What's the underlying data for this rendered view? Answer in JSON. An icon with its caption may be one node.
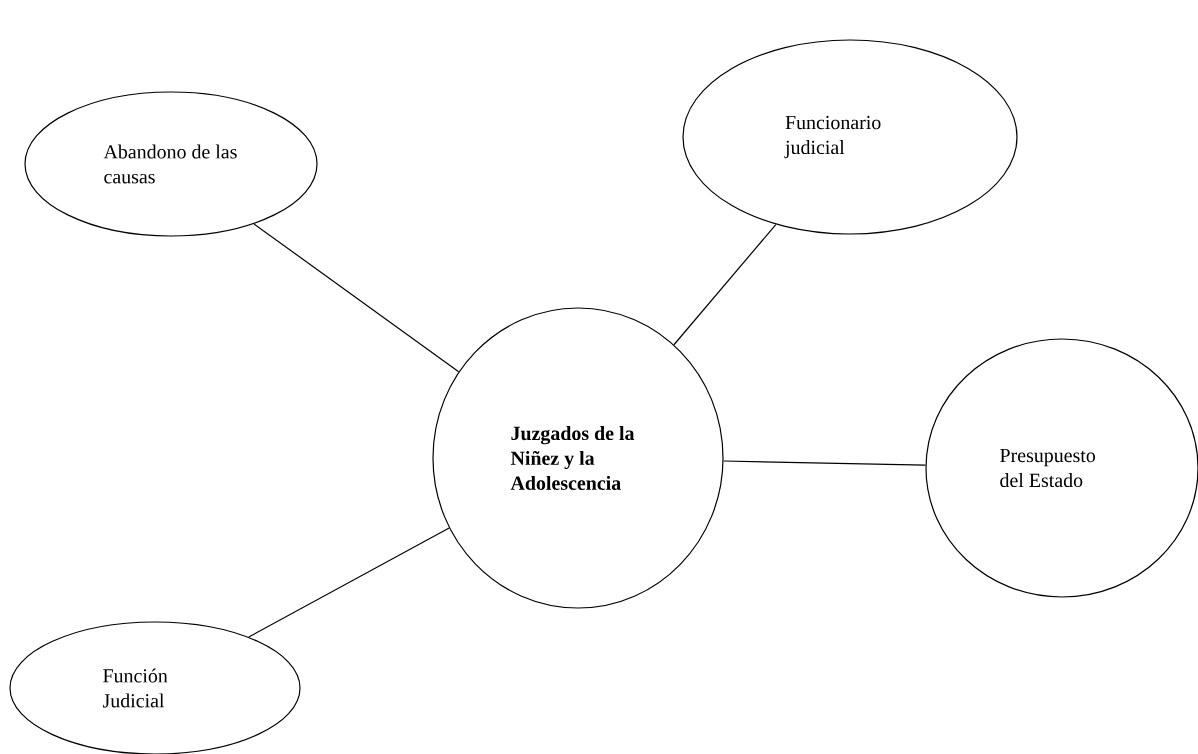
{
  "diagram": {
    "nodes": [
      {
        "text": [
          "**Juzgados de la Niñez y la Adolescencia**"
        ]
      },
      {
        "text": [
          "Abandono de las causas"
        ]
      },
      {
        "text": [
          "Funcionario judicial"
        ]
      },
      {
        "text": [
          "Presupuesto del Estado"
        ]
      },
      {
        "text": [
          "Función Judicial"
        ]
      }
    ],
    "edges": [
      {
        "from": 1,
        "to": 0,
        "arrow": "none"
      },
      {
        "from": 2,
        "to": 0,
        "arrow": "none"
      },
      {
        "from": 3,
        "to": 0,
        "arrow": "none"
      },
      {
        "from": 4,
        "to": 0,
        "arrow": "none"
      }
    ]
  }
}
